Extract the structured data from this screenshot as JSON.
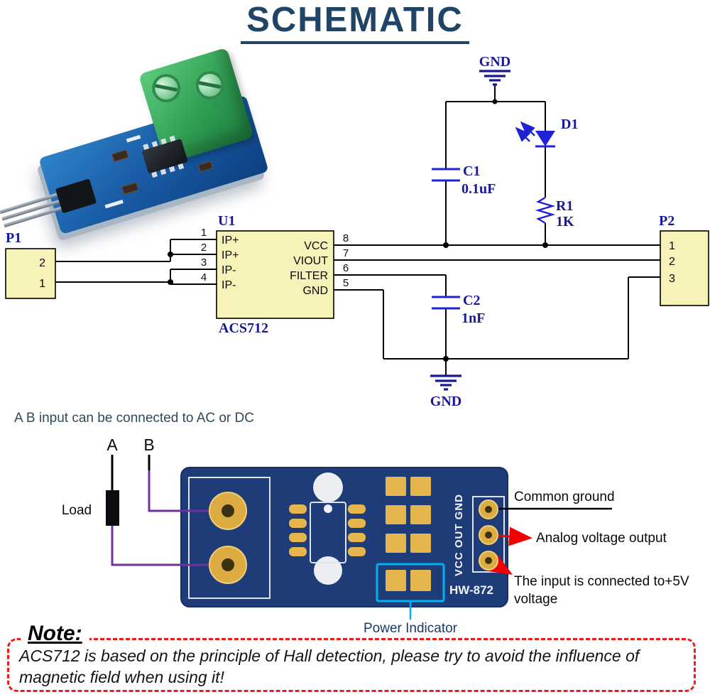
{
  "title": "SCHEMATIC",
  "caption_ab": "A B input can be connected to AC or DC",
  "schematic": {
    "gnd_top_label": "GND",
    "gnd_bottom_label": "GND",
    "c1_ref": "C1",
    "c1_value": "0.1uF",
    "c2_ref": "C2",
    "c2_value": "1nF",
    "r1_ref": "R1",
    "r1_value": "1K",
    "d1_ref": "D1",
    "u1_ref": "U1",
    "u1_part": "ACS712",
    "u1_left_pins": [
      {
        "num": "1",
        "name": "IP+"
      },
      {
        "num": "2",
        "name": "IP+"
      },
      {
        "num": "3",
        "name": "IP-"
      },
      {
        "num": "4",
        "name": "IP-"
      }
    ],
    "u1_right_pins": [
      {
        "num": "8",
        "name": "VCC"
      },
      {
        "num": "7",
        "name": "VIOUT"
      },
      {
        "num": "6",
        "name": "FILTER"
      },
      {
        "num": "5",
        "name": "GND"
      }
    ],
    "p1_ref": "P1",
    "p1_pins": [
      "2",
      "1"
    ],
    "p2_ref": "P2",
    "p2_pins": [
      "1",
      "2",
      "3"
    ]
  },
  "board_diagram": {
    "label_a": "A",
    "label_b": "B",
    "load_label": "Load",
    "silk_pins": "VCC OUT GND",
    "silk_model": "HW-872",
    "power_indicator_label": "Power Indicator",
    "ann_common_ground": "Common ground",
    "ann_analog_output": "Analog voltage output",
    "ann_input_5v_line1": "The input is connected to+5V",
    "ann_input_5v_line2": "voltage"
  },
  "note": {
    "label": "Note:",
    "line1": "ACS712 is based on the principle of Hall detection, please try to avoid the influence of",
    "line2": "magnetic field when using it!"
  },
  "colors": {
    "title_navy": "#1f4466",
    "component_blue": "#2121d6",
    "label_blue": "#18189a",
    "connector_fill": "#f6f2b8",
    "pcb_blue": "#1e3d78",
    "pad_gold": "#dcab41",
    "highlight_cyan": "#00b0f0",
    "arrow_red": "#f20000",
    "wire_purple": "#7030a0",
    "note_red": "#ee1c1c"
  }
}
